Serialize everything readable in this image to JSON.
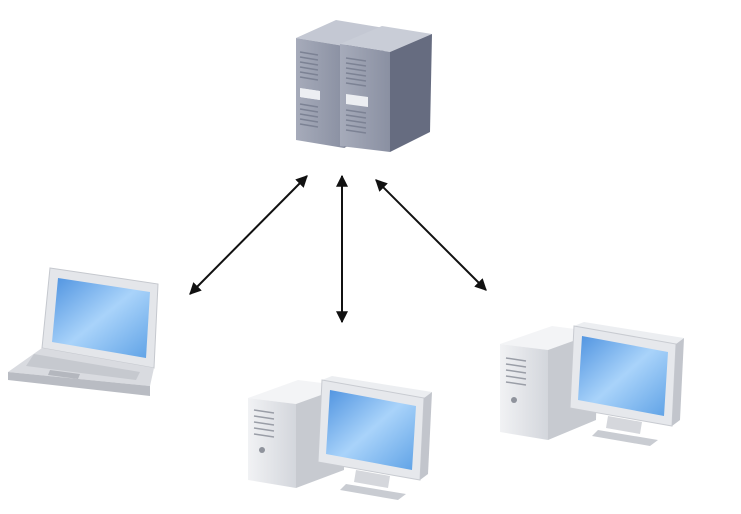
{
  "nodes": [
    {
      "id": "server",
      "kind": "server-rack",
      "icon": "server-icon"
    },
    {
      "id": "laptop",
      "kind": "laptop",
      "icon": "laptop-icon"
    },
    {
      "id": "desktop-center",
      "kind": "desktop",
      "icon": "desktop-icon"
    },
    {
      "id": "desktop-right",
      "kind": "desktop",
      "icon": "desktop-icon"
    }
  ],
  "edges": [
    {
      "from": "server",
      "to": "laptop",
      "direction": "bidirectional"
    },
    {
      "from": "server",
      "to": "desktop-center",
      "direction": "bidirectional"
    },
    {
      "from": "server",
      "to": "desktop-right",
      "direction": "bidirectional"
    }
  ],
  "colors": {
    "server_body": "#8e94a6",
    "screen": "#7fb6ec",
    "device_body": "#e2e4e8",
    "arrow": "#111111"
  }
}
